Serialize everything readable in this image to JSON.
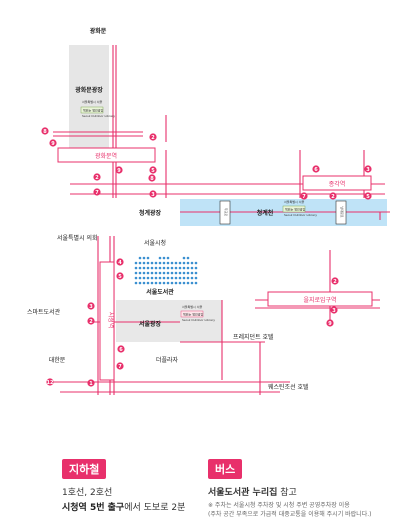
{
  "colors": {
    "accent": "#e8306b",
    "cheonggye": "#bfe3f7",
    "library": "#3a8fd0"
  },
  "map": {
    "places": {
      "gwanghwamun_top": "광화문",
      "gwanghwamun_square": "광화문광장",
      "gwanghwamun_station": "광화문역",
      "jonggak_station": "종각역",
      "cheonggye_plaza": "청계광장",
      "cheonggyecheon": "청계천",
      "council": "서울특별시 의회",
      "city_hall": "서울시청",
      "library": "서울도서관",
      "seoul_plaza": "서울광장",
      "euljiro_station": "을지로입구역",
      "smart_library": "스마트도서관",
      "city_hall_station": "시청역",
      "daehanmun": "대한문",
      "plaza_hotel": "더플라자",
      "president_hotel": "프레지던트 호텔",
      "westin_hotel": "웨스틴조선 호텔",
      "sign_mugyo": "무교로",
      "sign_namdaemun": "남대문로"
    },
    "open_library_sign": {
      "line1": "서울특별시 서울",
      "line2": "책읽는 열린광장",
      "line3": "Seoul Outdoor Library"
    },
    "exits": [
      "1",
      "2",
      "3",
      "4",
      "5",
      "6",
      "7",
      "8",
      "9",
      "12"
    ]
  },
  "legend": {
    "subway": {
      "badge": "지하철",
      "line1": "1호선, 2호선",
      "line2_bold": "시청역 5번 출구",
      "line2_rest": "에서 도보로 2분"
    },
    "bus": {
      "badge": "버스",
      "line1_bold": "서울도서관 누리집",
      "line1_rest": " 참고",
      "note1": "※ 주차는 서울시청 주차장 및 시청 주변 공영주차장 이용",
      "note2": "(주차 공간 부족으로 가급적 대중교통을 이용해 주시기 바랍니다.)"
    }
  }
}
